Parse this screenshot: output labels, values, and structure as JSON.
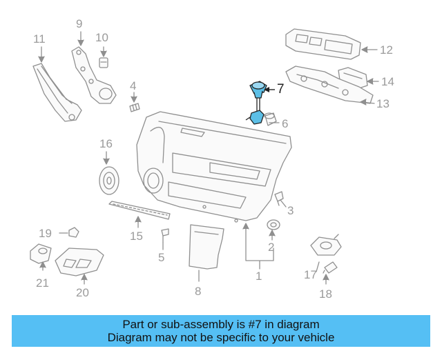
{
  "diagram": {
    "highlight_color": "#5cbfe6",
    "line_color": "#8f8f8f",
    "highlighted_part": "7",
    "callouts": {
      "c1": "1",
      "c2": "2",
      "c3": "3",
      "c4": "4",
      "c5": "5",
      "c6": "6",
      "c7": "7",
      "c8": "8",
      "c9": "9",
      "c10": "10",
      "c11": "11",
      "c12": "12",
      "c13": "13",
      "c14": "14",
      "c15": "15",
      "c16": "16",
      "c17": "17",
      "c18": "18",
      "c19": "19",
      "c20": "20",
      "c21": "21"
    }
  },
  "banner": {
    "color": "#55bff4",
    "line1": "Part or sub-assembly is #7 in diagram",
    "line2": "Diagram may not be specific to your vehicle"
  }
}
